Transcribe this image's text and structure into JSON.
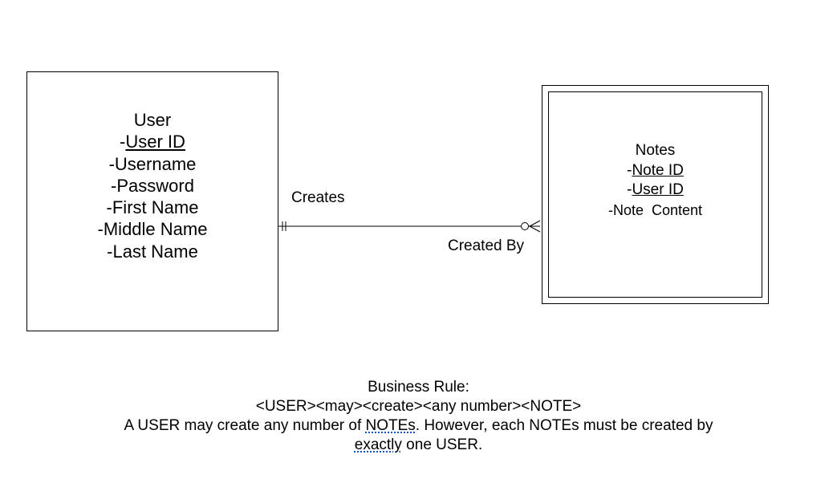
{
  "user_entity": {
    "name": "User",
    "attributes": [
      {
        "prefix": "-",
        "text": "User ID"
      },
      {
        "prefix": "",
        "text": "-Username"
      },
      {
        "prefix": "",
        "text": "-Password"
      },
      {
        "prefix": "",
        "text": "-First Name"
      },
      {
        "prefix": "",
        "text": "-Middle Name"
      },
      {
        "prefix": "",
        "text": "-Last Name"
      }
    ]
  },
  "notes_entity": {
    "name": "Notes",
    "attributes": [
      {
        "prefix": "-",
        "text": "Note ID"
      },
      {
        "prefix": "-",
        "text": "User ID"
      },
      {
        "prefix": "",
        "text": "-Note  Content"
      }
    ]
  },
  "relationship": {
    "label_forward": "Creates",
    "label_reverse": "Created By",
    "user_end": "exactly one",
    "notes_end": "zero or many"
  },
  "business_rule": {
    "title": "Business Rule:",
    "syntax": "<USER><may><create><any number><NOTE>",
    "sentence_part1": "A USER may create any number of ",
    "sentence_flagged1": "NOTEs",
    "sentence_part2": ". However, each NOTEs must be created by",
    "sentence_flagged2": "exactly",
    "sentence_part3": " one USER."
  }
}
